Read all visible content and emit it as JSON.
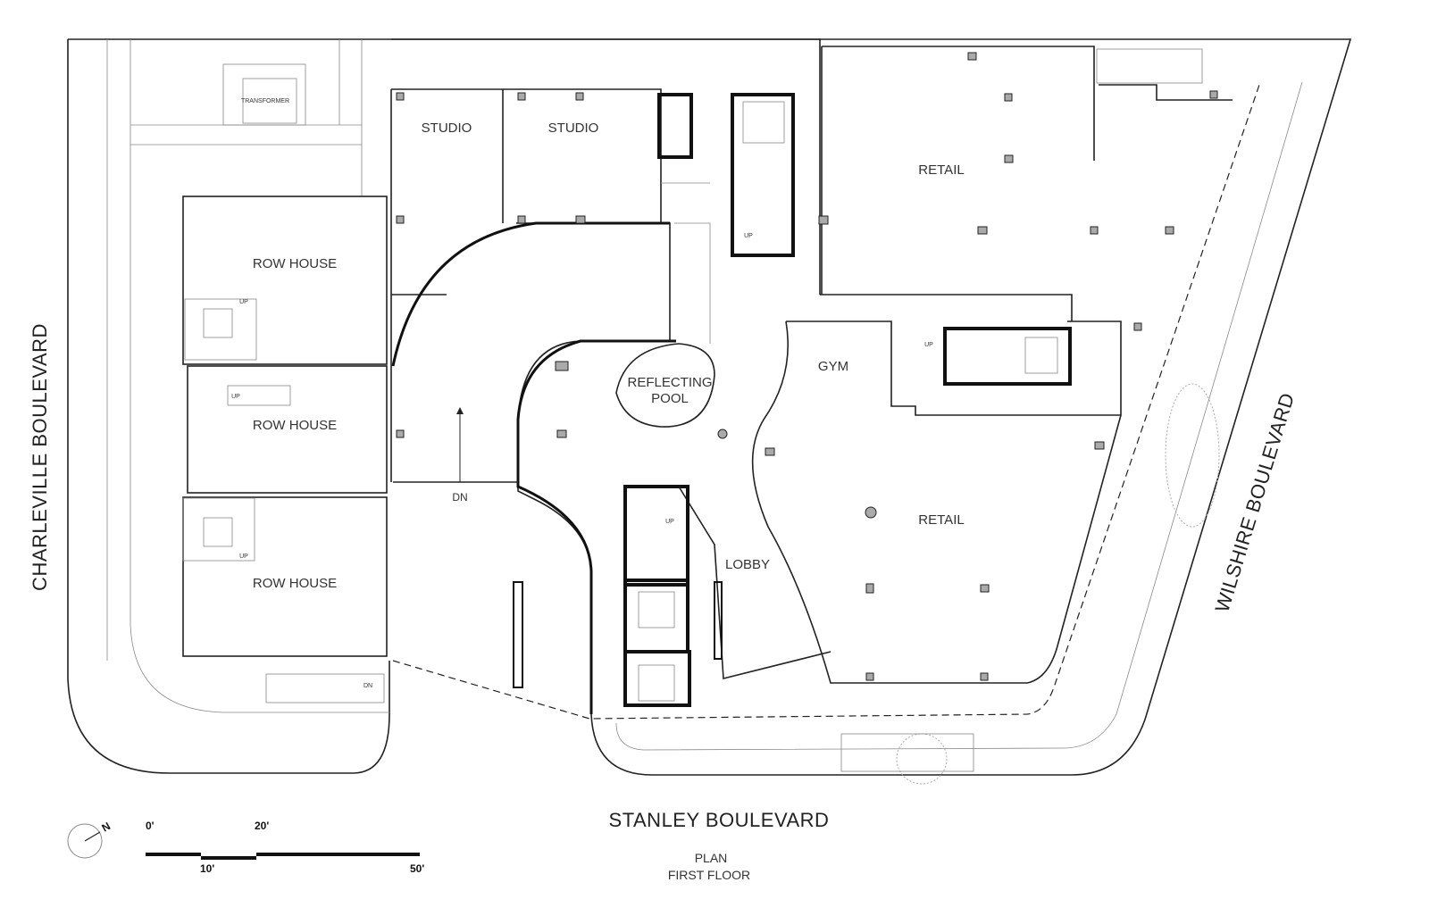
{
  "rooms": {
    "studio_1": "STUDIO",
    "studio_2": "STUDIO",
    "retail_north": "RETAIL",
    "retail_south": "RETAIL",
    "row_house_1": "ROW HOUSE",
    "row_house_2": "ROW HOUSE",
    "row_house_3": "ROW HOUSE",
    "gym": "GYM",
    "reflecting_pool_line1": "REFLECTING",
    "reflecting_pool_line2": "POOL",
    "lobby": "LOBBY",
    "transformer": "TRANSFORMER",
    "ramp_dn": "DN"
  },
  "stair_labels": {
    "up": "UP",
    "dn": "DN"
  },
  "streets": {
    "west": "CHARLEVILLE BOULEVARD",
    "south": "STANLEY BOULEVARD",
    "east": "WILSHIRE BOULEVARD"
  },
  "title": {
    "line1": "PLAN",
    "line2": "FIRST FLOOR"
  },
  "scale_bar": {
    "t0": "0'",
    "t10": "10'",
    "t20": "20'",
    "t50": "50'"
  },
  "north_arrow": {
    "label": "N"
  }
}
